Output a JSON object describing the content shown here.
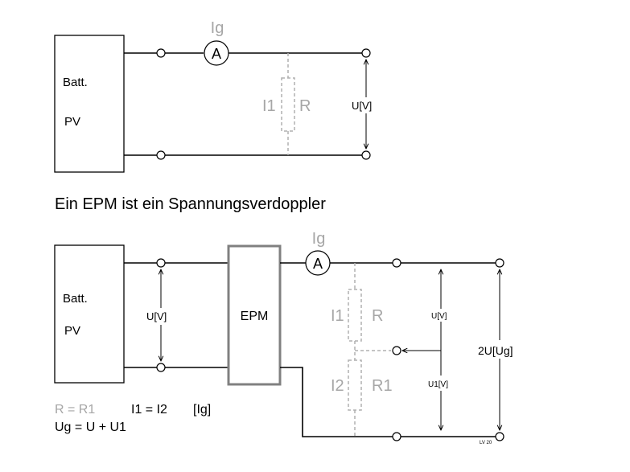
{
  "top_circuit": {
    "source_line1": "Batt.",
    "source_line2": "PV",
    "current_symbol": "Ig",
    "ammeter_symbol": "A",
    "current_label": "I1",
    "resistor_label": "R",
    "voltage_label": "U[V]"
  },
  "caption": "Ein EPM ist ein Spannungsverdoppler",
  "bottom_circuit": {
    "source_line1": "Batt.",
    "source_line2": "PV",
    "input_voltage_label": "U[V]",
    "epm_label": "EPM",
    "current_symbol": "Ig",
    "ammeter_symbol": "A",
    "current1_label": "I1",
    "resistor1_label": "R",
    "current2_label": "I2",
    "resistor2_label": "R1",
    "upper_voltage_label": "U[V]",
    "lower_voltage_label": "U1[V]",
    "total_voltage_label": "2U[Ug]"
  },
  "notes": {
    "resistor_equality": "R = R1",
    "current_equality": "I1 = I2",
    "current_unit": "[Ig]",
    "voltage_sum": "Ug = U + U1"
  },
  "watermark": "LV 20"
}
